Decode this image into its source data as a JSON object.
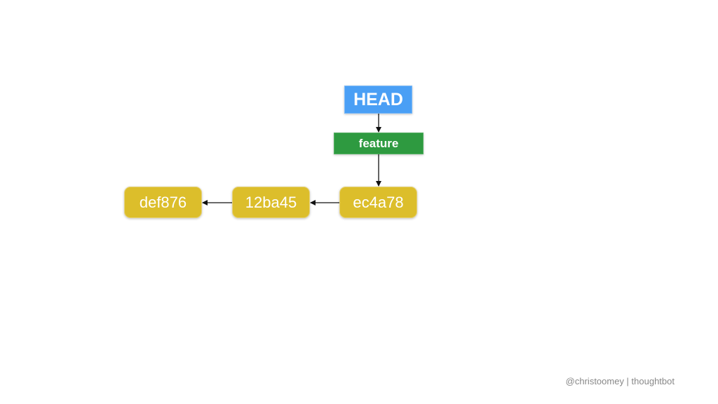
{
  "refs": {
    "head": "HEAD",
    "branch": "feature"
  },
  "commits": [
    "def876",
    "12ba45",
    "ec4a78"
  ],
  "credit": "@christoomey | thoughtbot",
  "colors": {
    "head": "#4a9ff5",
    "branch": "#2e9a40",
    "commit": "#dcbe2b",
    "arrow": "#111111"
  }
}
